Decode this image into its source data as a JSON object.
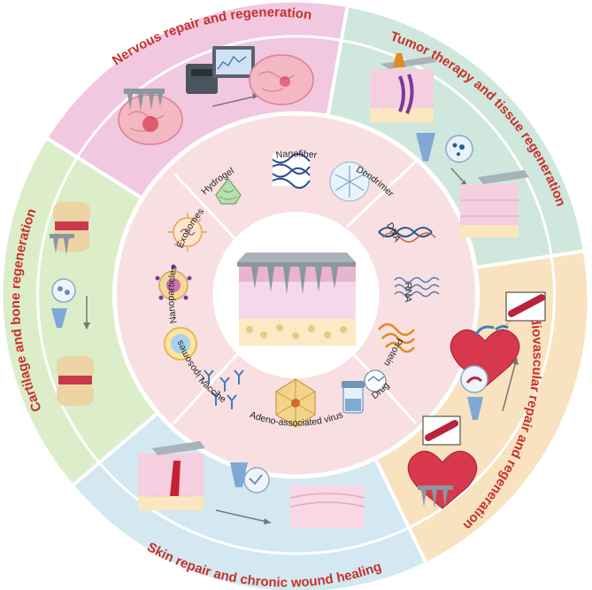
{
  "colors": {
    "nervous": "#f1c8df",
    "tumor": "#cfe7dc",
    "cardio": "#f8e2bf",
    "skin": "#d3e8f0",
    "cartilage": "#dcedc9",
    "inner_ring": "#f8dfe2",
    "title": "#c8302c"
  },
  "outer_sections": [
    {
      "title": "Nervous repair and regeneration"
    },
    {
      "title": "Tumor therapy and tissue regeneration"
    },
    {
      "title": "Cardiovascular  repair and regeneration"
    },
    {
      "title": "Skin  repair and chronic wound  healing"
    },
    {
      "title": "Cartilage and bone regeneration"
    }
  ],
  "inner_cargo": [
    {
      "label": "Hydrogel",
      "icon": "hydrogel-icon"
    },
    {
      "label": "Nanofiber",
      "icon": "nanofiber-icon"
    },
    {
      "label": "Dendrimer",
      "icon": "dendrimer-icon"
    },
    {
      "label": "DNA",
      "icon": "dna-icon"
    },
    {
      "label": "RNA",
      "icon": "rna-icon"
    },
    {
      "label": "Protein",
      "icon": "protein-icon"
    },
    {
      "label": "Drug",
      "icon": "drug-vial-icon"
    },
    {
      "label": "Adeno-associated virus",
      "icon": "virus-icon"
    },
    {
      "label": "Vaccine",
      "icon": "antibody-icon"
    },
    {
      "label": "Liposomes",
      "icon": "liposome-icon"
    },
    {
      "label": "Nanoparticles",
      "icon": "nanoparticle-icon"
    },
    {
      "label": "Exosomes",
      "icon": "exosome-icon"
    }
  ]
}
